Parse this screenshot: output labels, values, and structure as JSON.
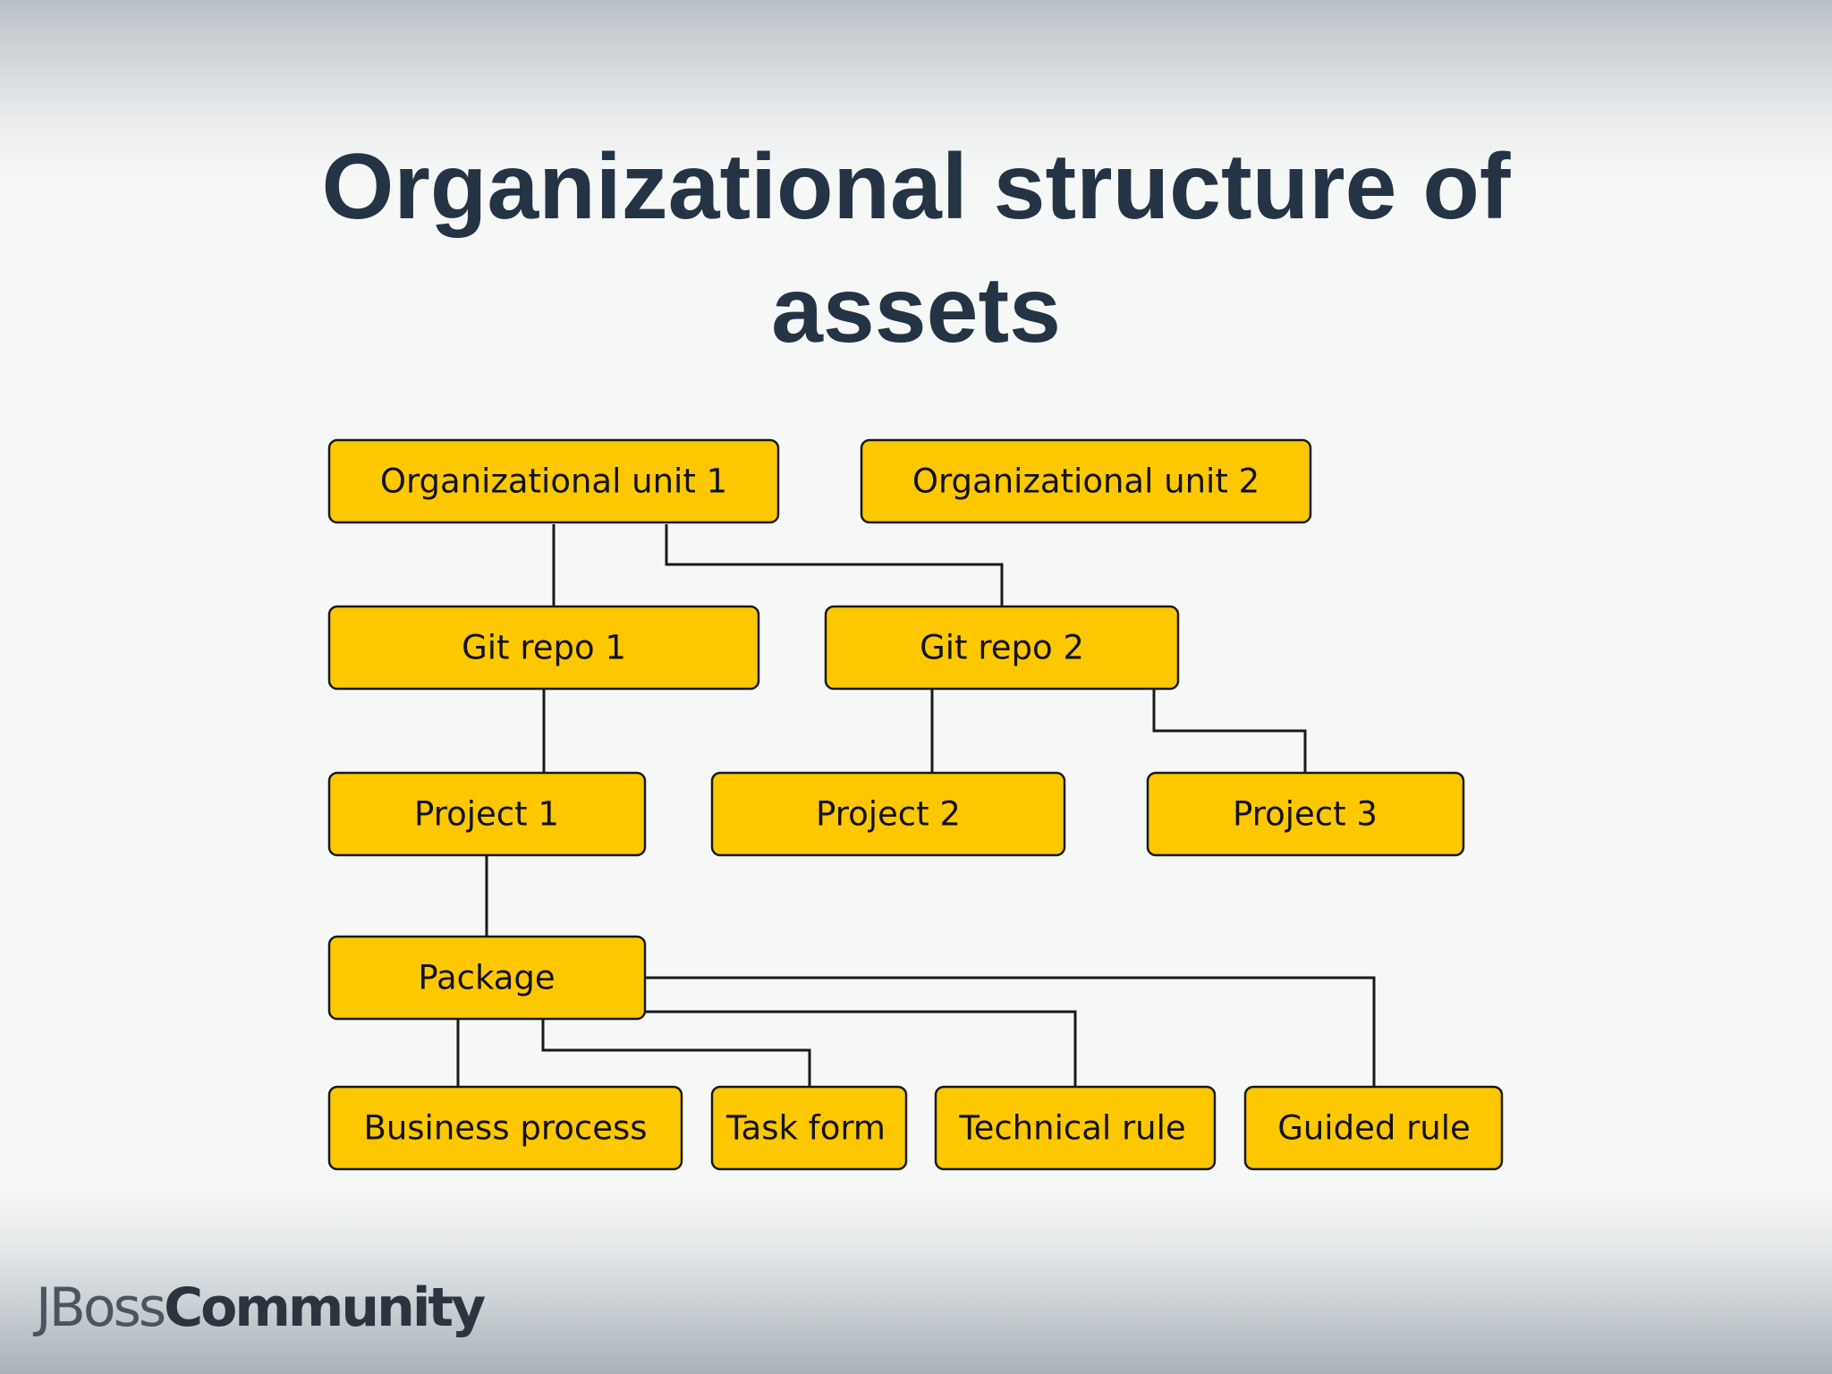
{
  "slide": {
    "title": "Organizational structure of assets"
  },
  "diagram": {
    "nodes": {
      "ou1": "Organizational unit 1",
      "ou2": "Organizational unit 2",
      "git1": "Git repo 1",
      "git2": "Git repo 2",
      "proj1": "Project 1",
      "proj2": "Project 2",
      "proj3": "Project 3",
      "package": "Package",
      "bp": "Business process",
      "task": "Task form",
      "tech": "Technical rule",
      "guided": "Guided rule"
    },
    "edges": [
      [
        "ou1",
        "git1"
      ],
      [
        "ou1",
        "git2"
      ],
      [
        "git1",
        "proj1"
      ],
      [
        "git2",
        "proj2"
      ],
      [
        "git2",
        "proj3"
      ],
      [
        "proj1",
        "package"
      ],
      [
        "package",
        "bp"
      ],
      [
        "package",
        "task"
      ],
      [
        "package",
        "tech"
      ],
      [
        "package",
        "guided"
      ]
    ],
    "colors": {
      "node_fill": "#fdc800",
      "node_border": "#1a1a1a",
      "title": "#253444"
    }
  },
  "footer": {
    "logo_light": "JBoss",
    "logo_bold": "Community"
  }
}
